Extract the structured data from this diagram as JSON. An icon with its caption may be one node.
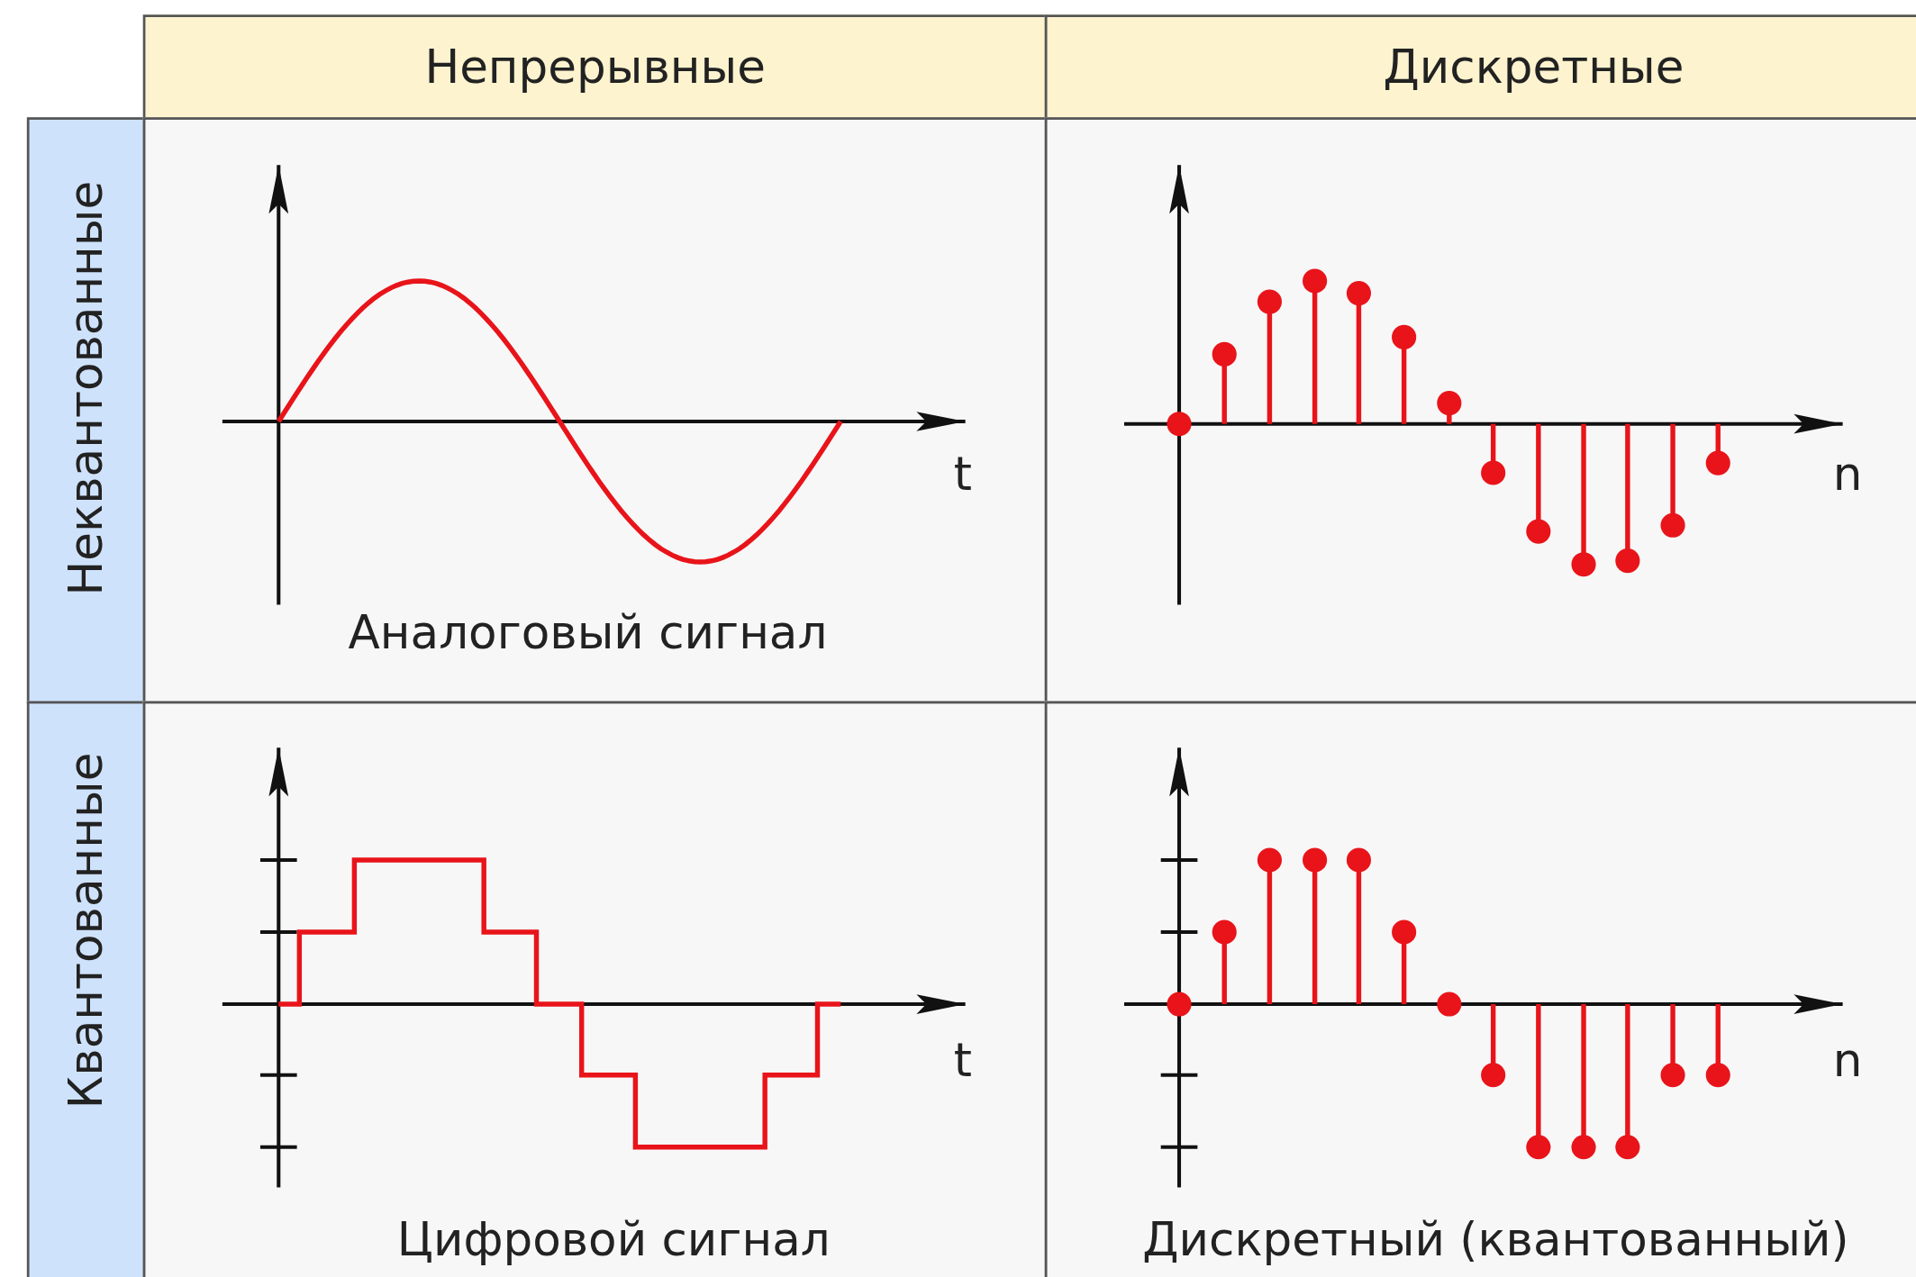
{
  "diagram": {
    "labels": [
      "Непрерывные",
      "Дискретные",
      "Неквантованные",
      "t",
      "n",
      "Аналоговый сигнал",
      "Квантованные",
      "t",
      "n",
      "Цифровой сигнал",
      "Дискретный (квантованный)"
    ]
  }
}
